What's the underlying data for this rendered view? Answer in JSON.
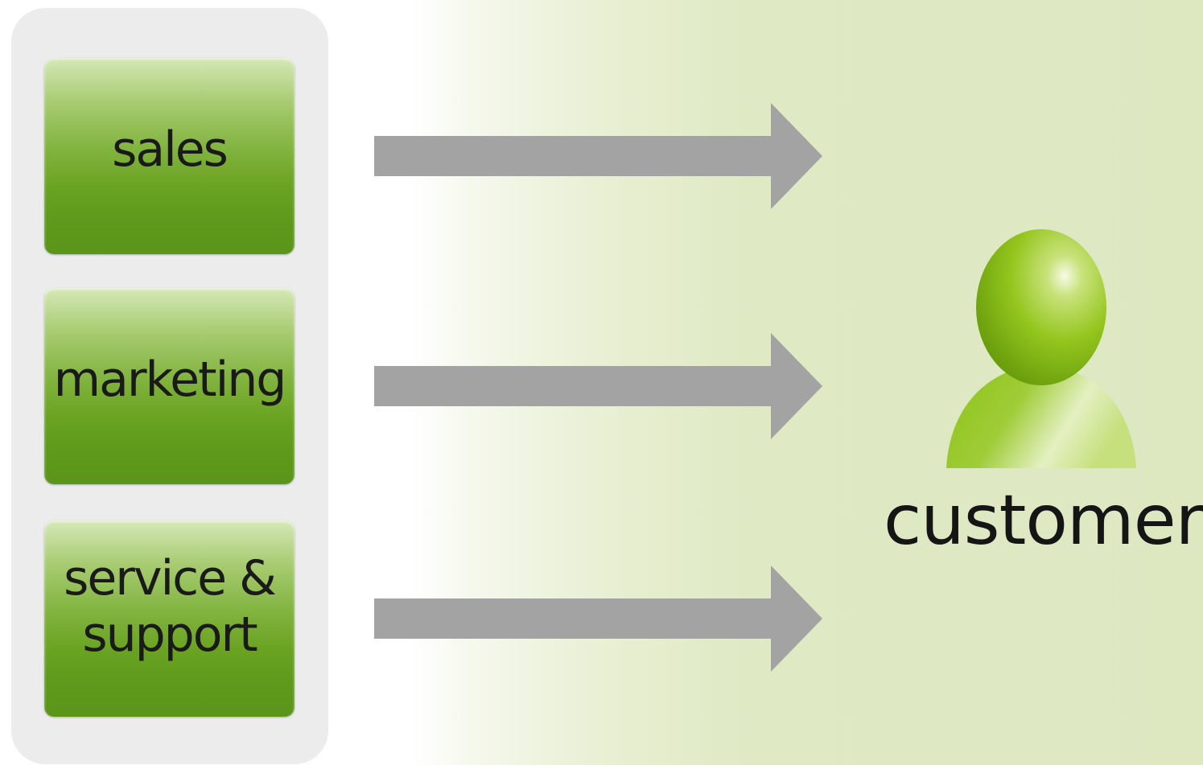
{
  "departments": [
    {
      "label": "sales"
    },
    {
      "label": "marketing"
    },
    {
      "label_line1": "service &",
      "label_line2": "support"
    }
  ],
  "customer": {
    "label": "customer",
    "icon": "person-icon"
  },
  "colors": {
    "box_green": "#6aa322",
    "arrow_gray": "#a3a3a3",
    "person_green": "#8cc414",
    "panel_gray": "#ececec",
    "background_green": "#dde8c1"
  }
}
